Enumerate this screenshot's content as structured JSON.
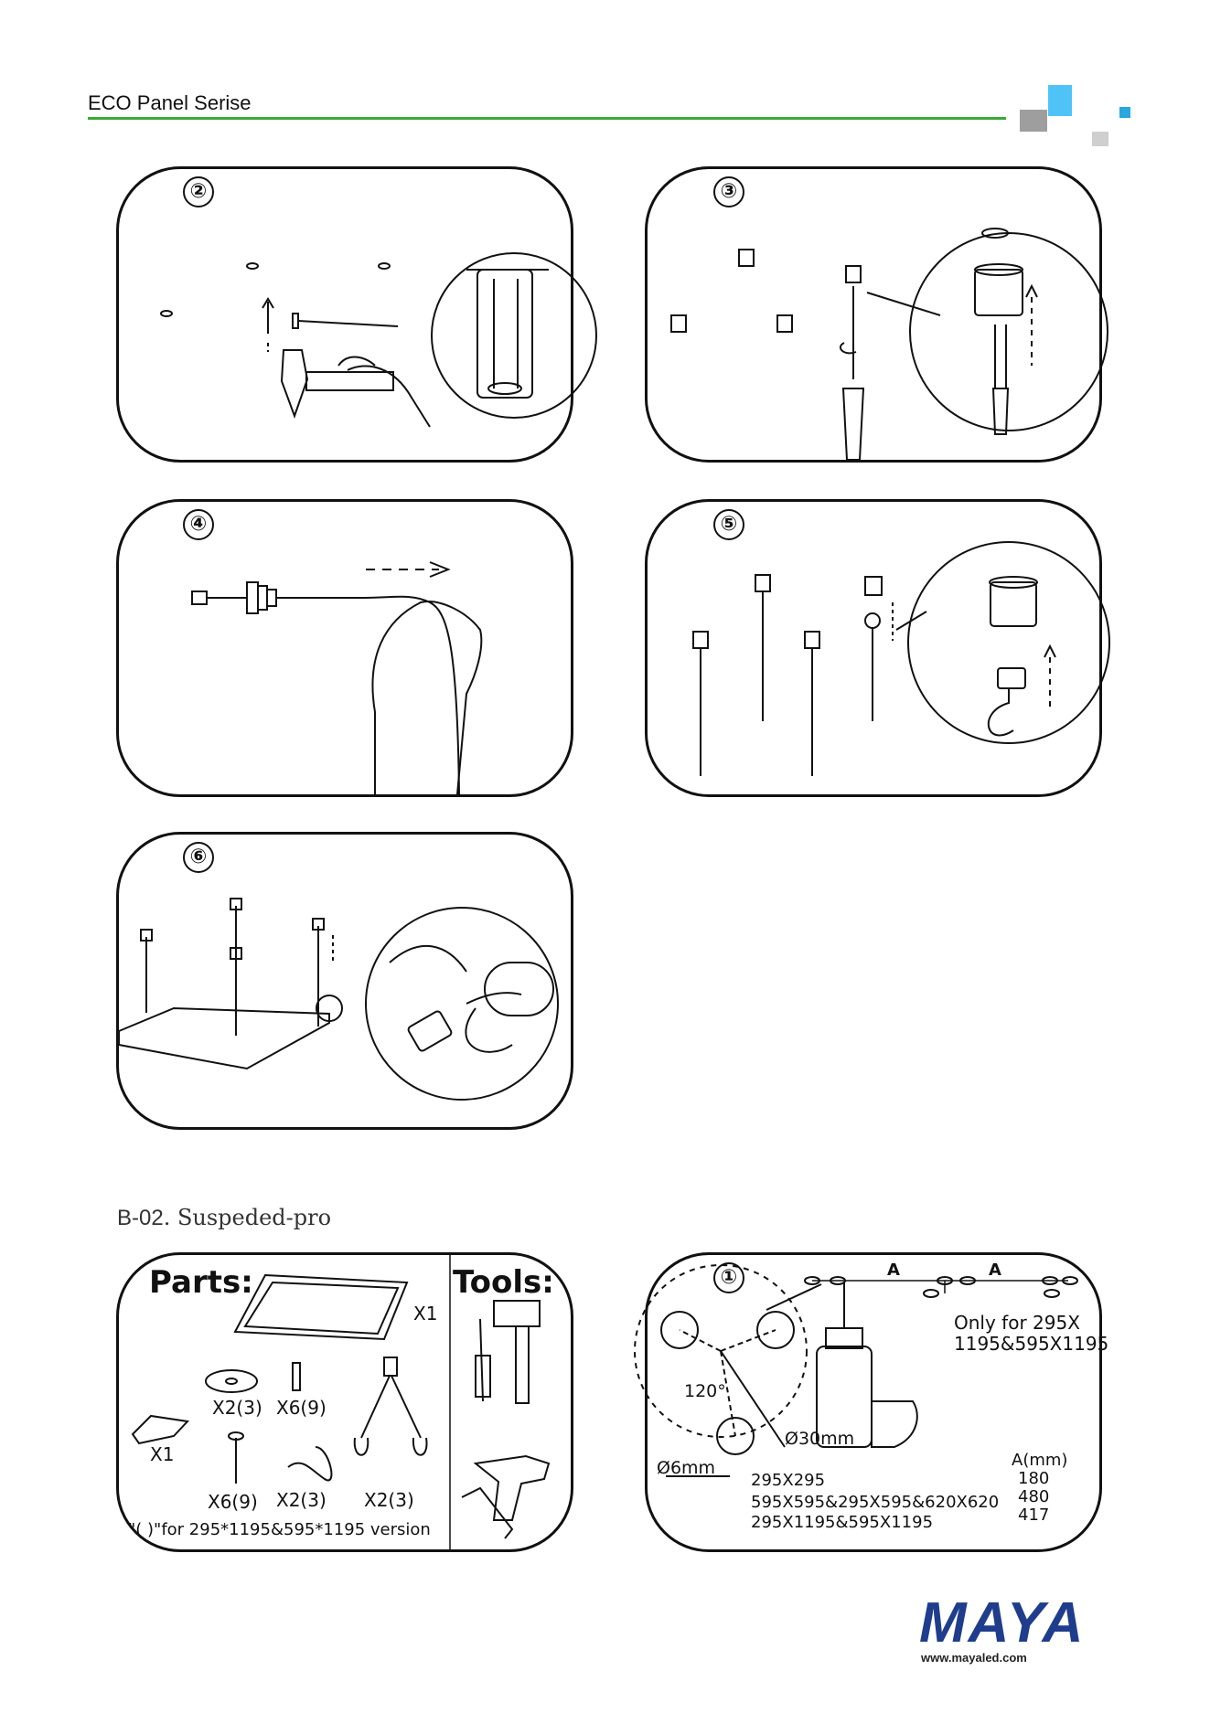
{
  "header": {
    "title": "ECO Panel Serise",
    "accent": "#3aaa35",
    "square_blue": "#4fc3f7",
    "square_gray": "#9e9e9e"
  },
  "steps": [
    {
      "number": "②"
    },
    {
      "number": "③"
    },
    {
      "number": "④"
    },
    {
      "number": "⑤"
    },
    {
      "number": "⑥"
    }
  ],
  "section": {
    "code": "B-02",
    "name": ". Suspeded-pro"
  },
  "parts": {
    "title": "Parts:",
    "tools_title": "Tools:",
    "panel_qty": "X1",
    "box_qty": "X1",
    "plate_qty": "X2(3)",
    "anchor_qty": "X6(9)",
    "screw_qty": "X6(9)",
    "wire_qty": "X2(3)",
    "hanger_qty": "X2(3)",
    "note": "\"( )\"for 295*1195&595*1195 version"
  },
  "step1": {
    "number": "①",
    "dim_a1": "A",
    "dim_a2": "A",
    "only_for_l1": "Only for 295X",
    "only_for_l2": "1195&595X1195",
    "angle": "120°",
    "hole_30": "Ø30mm",
    "hole_6": "Ø6mm",
    "a_header": "A(mm)",
    "rows": [
      {
        "size": "295X295",
        "a": "180"
      },
      {
        "size": "595X595&295X595&620X620",
        "a": "480"
      },
      {
        "size": "295X1195&595X1195",
        "a": "417"
      }
    ]
  },
  "footer": {
    "brand": "MAYA",
    "url": "www.mayaled.com",
    "brand_color": "#1f3d8c"
  }
}
